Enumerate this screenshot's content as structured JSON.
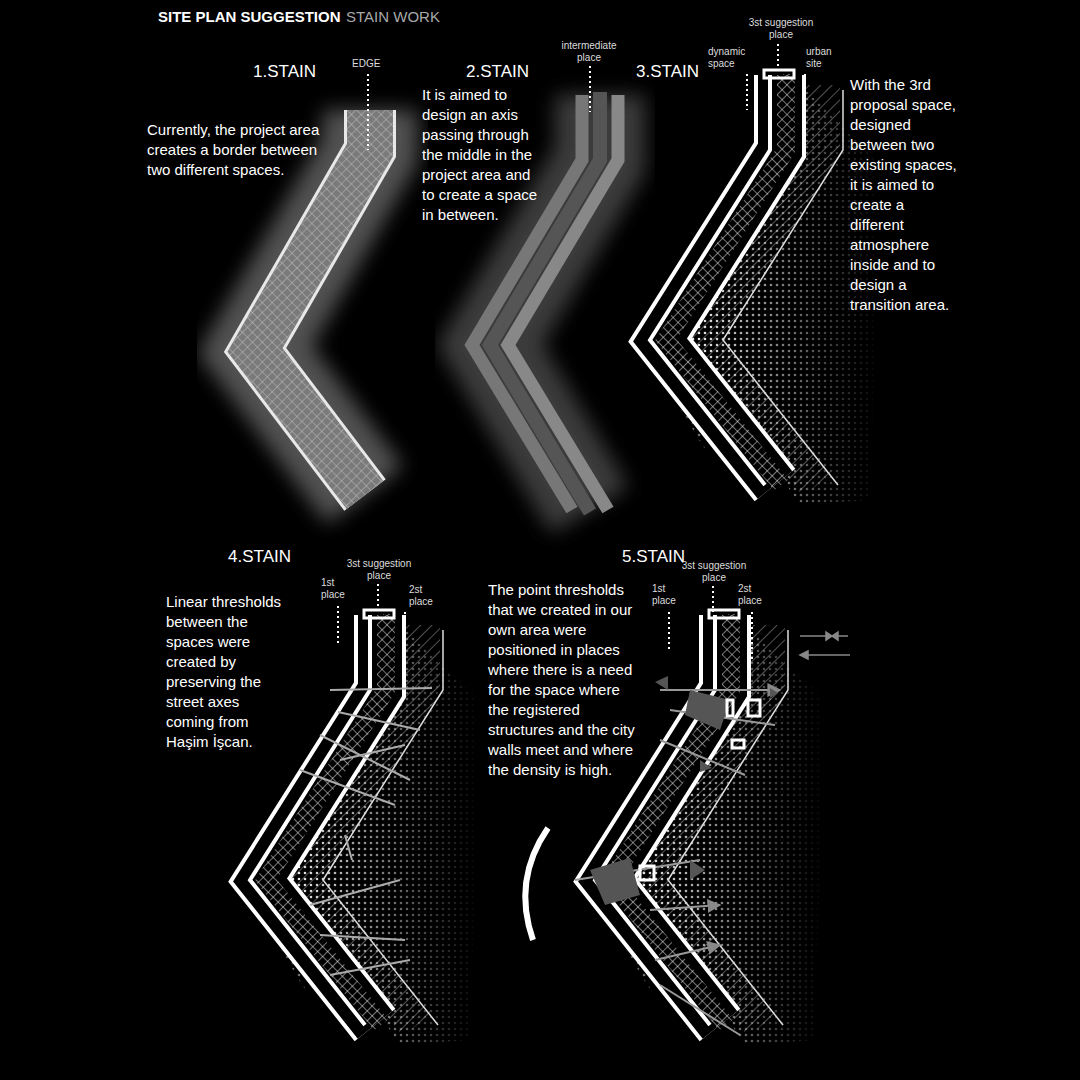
{
  "diagram": {
    "title": "SITE PLAN SUGGESTION",
    "labels": [
      "STAIN WORK",
      "1.STAIN",
      "EDGE",
      "Currently, the project area creates a border between two different spaces.",
      "2.STAIN",
      "intermediate place",
      "It is aimed to design an axis passing through the middle in the project area and to create a space in between.",
      "3.STAIN",
      "3st suggestion place",
      "dynamic space",
      "urban site",
      "With the 3rd proposal space, designed between two existing spaces, it is aimed to create a different atmosphere inside and to design a transition area.",
      "4.STAIN",
      "3st suggestion place",
      "1st place",
      "2st place",
      "Linear thresholds between the spaces were created by preserving the street axes coming from Haşim İşcan.",
      "5.STAIN",
      "3st suggestion place",
      "1st place",
      "2st place",
      "The point thresholds that we created in our own area were positioned in places where there is a need for the space where the registered structures and the city walls meet and where the density is high."
    ]
  }
}
